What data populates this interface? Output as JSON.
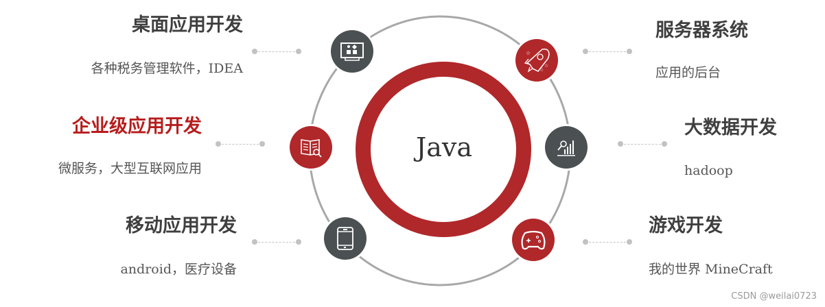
{
  "center": {
    "label": "Java"
  },
  "colors": {
    "red": "#b0282a",
    "gray": "#4b5052",
    "ring": "#a8a8a8",
    "title_red": "#b71c1c",
    "text": "#3f3f3f"
  },
  "nodes": [
    {
      "title": "桌面应用开发",
      "subtitle": "各种税务管理软件，IDEA",
      "icon": "desktop-apps-icon",
      "color": "gray",
      "side": "left"
    },
    {
      "title": "企业级应用开发",
      "subtitle": "微服务，大型互联网应用",
      "icon": "book-search-icon",
      "color": "red",
      "side": "left"
    },
    {
      "title": "移动应用开发",
      "subtitle": "android，医疗设备",
      "icon": "tablet-icon",
      "color": "gray",
      "side": "left"
    },
    {
      "title": "服务器系统",
      "subtitle": "应用的后台",
      "icon": "rocket-icon",
      "color": "red",
      "side": "right"
    },
    {
      "title": "大数据开发",
      "subtitle": "hadoop",
      "icon": "chart-search-icon",
      "color": "gray",
      "side": "right"
    },
    {
      "title": "游戏开发",
      "subtitle": "我的世界 MineCraft",
      "icon": "gamepad-icon",
      "color": "red",
      "side": "right"
    }
  ],
  "watermark": "CSDN @weilai0723"
}
